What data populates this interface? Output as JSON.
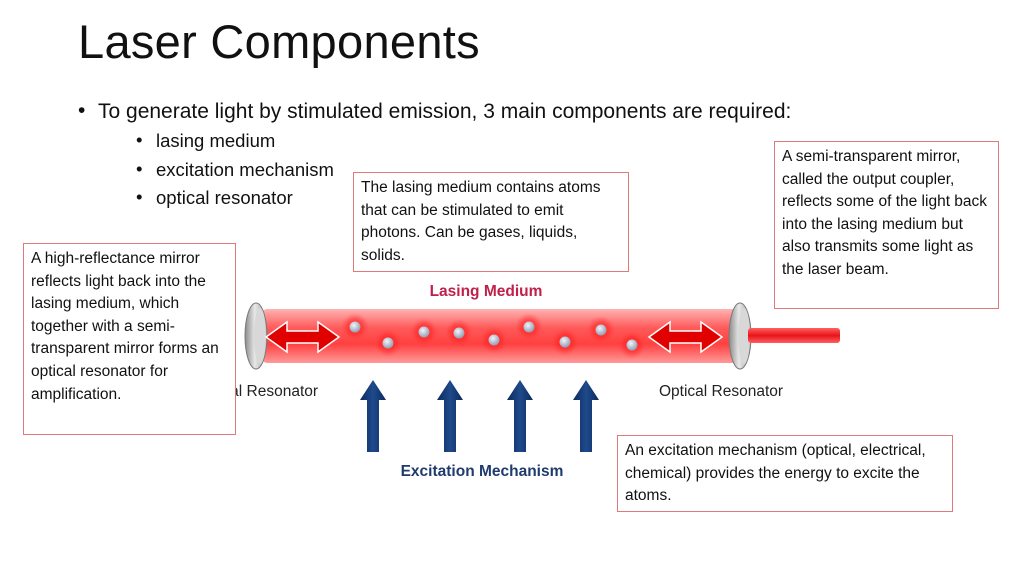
{
  "slide": {
    "title": "Laser Components",
    "bullet": "To generate light by stimulated emission, 3 main components are required:",
    "sub_bullets": [
      "lasing medium",
      "excitation mechanism",
      "optical resonator"
    ]
  },
  "callouts": {
    "lasing_medium": "The lasing medium contains atoms that can be stimulated to emit photons. Can be gases, liquids, solids.",
    "high_reflectance": "A high-reflectance mirror reflects light back into the lasing medium, which together with a semi-transparent mirror forms an optical resonator for amplification.",
    "output_coupler": "A semi-transparent mirror, called the output coupler, reflects some of the light back into the lasing medium but also transmits some light as the laser beam.",
    "excitation": "An excitation mechanism (optical, electrical, chemical) provides the energy to excite the atoms."
  },
  "diagram": {
    "lasing_medium_label": "Lasing Medium",
    "excitation_label": "Excitation Mechanism",
    "resonator_left_label": "Optical Resonator",
    "resonator_right_label": "Optical Resonator"
  },
  "colors": {
    "callout_border": "#e1797b",
    "lasing_label": "#c0204a",
    "excitation_label": "#1f3b6e",
    "arrow_blue": "#13356d",
    "tube_red": "#ff4d4d",
    "beam_red": "#e8141a"
  }
}
